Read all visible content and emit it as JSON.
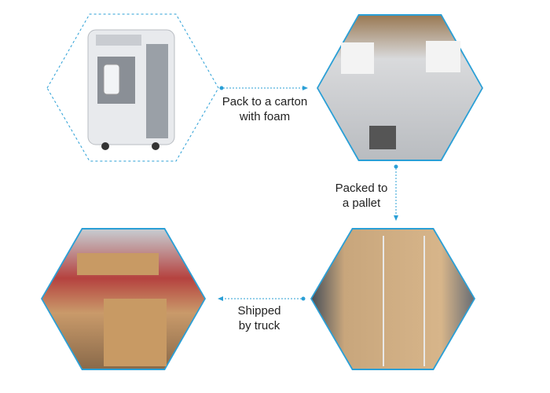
{
  "steps": [
    {
      "id": "concentrator",
      "image": "oxygen-concentrator-photo"
    },
    {
      "id": "carton",
      "image": "carton-with-foam-photo"
    },
    {
      "id": "pallet",
      "image": "palletized-box-photo"
    },
    {
      "id": "truck",
      "image": "truck-loading-photo"
    }
  ],
  "labels": {
    "carton_line1": "Pack to a carton",
    "carton_line2": "with foam",
    "pallet_line1": "Packed to",
    "pallet_line2": "a pallet",
    "truck_line1": "Shipped",
    "truck_line2": "by truck"
  },
  "colors": {
    "accent": "#2a9fd6",
    "text": "#222222"
  }
}
